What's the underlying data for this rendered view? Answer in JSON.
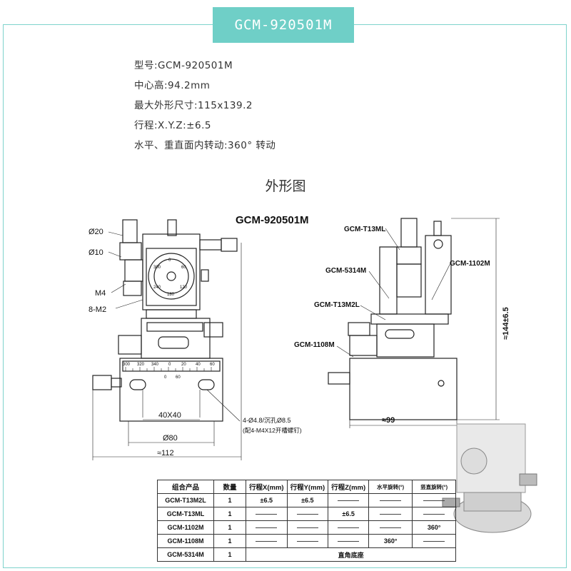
{
  "header": {
    "model": "GCM-920501M"
  },
  "specs": {
    "model_line": "型号:GCM-920501M",
    "center_height": "中心高:94.2mm",
    "max_size": "最大外形尺寸:115x139.2",
    "travel": "行程:X.Y.Z:±6.5",
    "rotation": "水平、重直面内转动:360° 转动"
  },
  "section_title": "外形图",
  "drawing": {
    "model_label": "GCM-920501M",
    "front": {
      "d20": "Ø20",
      "d10": "Ø10",
      "m4": "M4",
      "m2": "8-M2",
      "d40": "40X40",
      "d80": "Ø80",
      "d112": "≈112",
      "holes": "4-Ø4.8/沉孔Ø8.5",
      "screws": "(配4-M4X12开槽螺钉)",
      "scale": [
        "300",
        "320",
        "340",
        "0",
        "20",
        "40",
        "60"
      ],
      "scale_sub": [
        "0",
        "60"
      ],
      "dial": [
        "0",
        "60",
        "120",
        "180",
        "240",
        "300"
      ]
    },
    "side": {
      "t13ml": "GCM-T13ML",
      "s5314": "GCM-5314M",
      "t13m2l": "GCM-T13M2L",
      "m1108": "GCM-1108M",
      "m1102": "GCM-1102M",
      "height": "≈144±6.5",
      "width": "≈99"
    }
  },
  "table": {
    "headers": [
      "组合产品",
      "数量",
      "行程X(mm)",
      "行程Y(mm)",
      "行程Z(mm)",
      "水平旋转(°)",
      "竖直旋转(°)"
    ],
    "rows": [
      {
        "product": "GCM-T13M2L",
        "qty": "1",
        "x": "±6.5",
        "y": "±6.5",
        "z": "",
        "h": "",
        "v": ""
      },
      {
        "product": "GCM-T13ML",
        "qty": "1",
        "x": "",
        "y": "",
        "z": "±6.5",
        "h": "",
        "v": ""
      },
      {
        "product": "GCM-1102M",
        "qty": "1",
        "x": "",
        "y": "",
        "z": "",
        "h": "",
        "v": "360°"
      },
      {
        "product": "GCM-1108M",
        "qty": "1",
        "x": "",
        "y": "",
        "z": "",
        "h": "360°",
        "v": ""
      },
      {
        "product": "GCM-5314M",
        "qty": "1",
        "merged": "直角底座"
      }
    ]
  }
}
